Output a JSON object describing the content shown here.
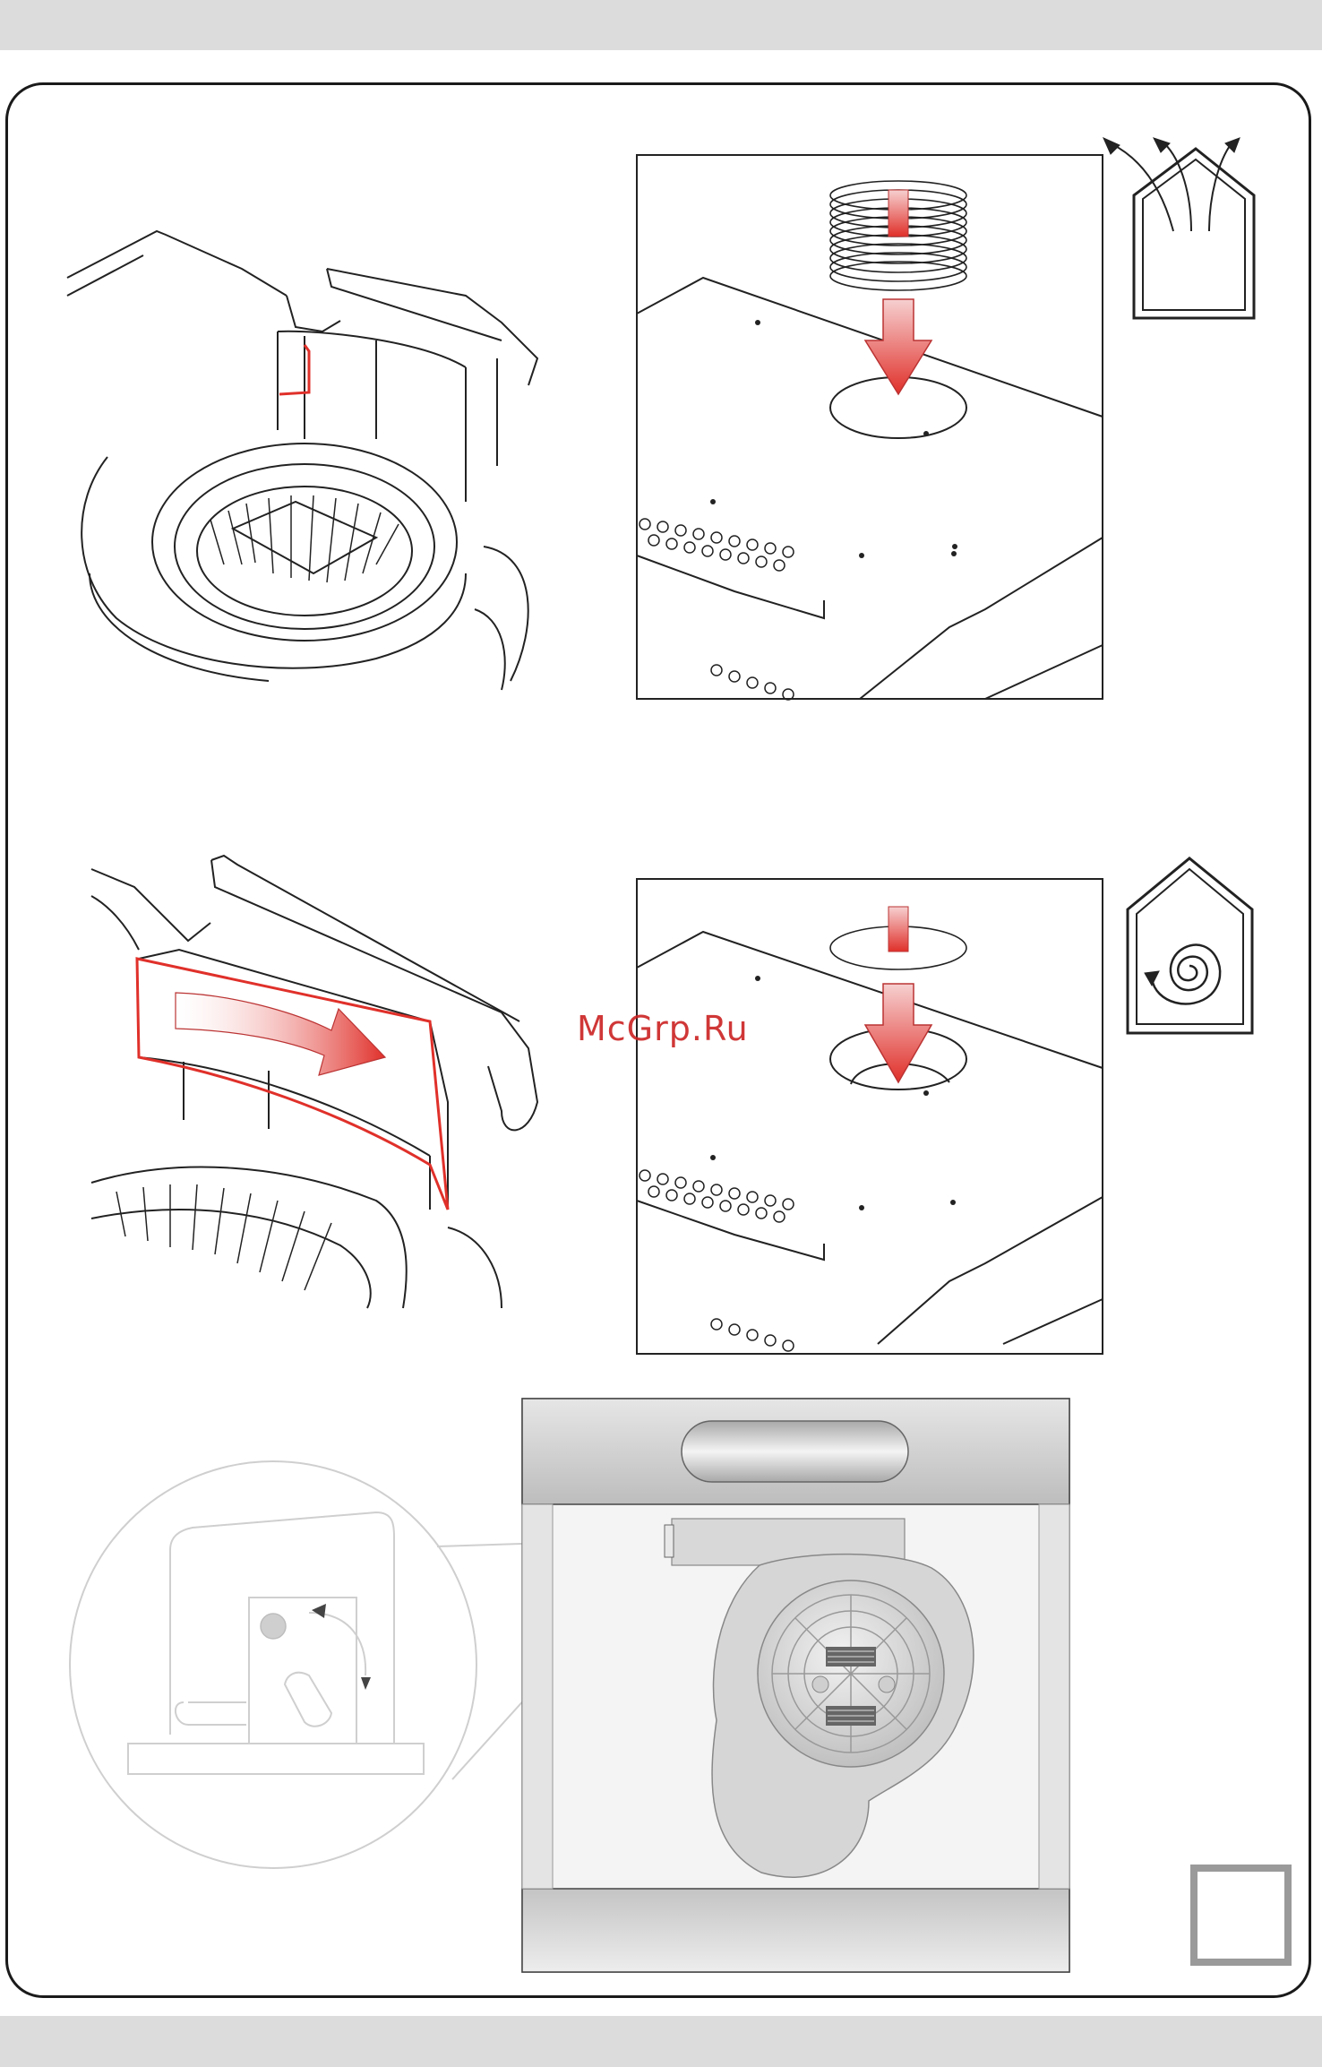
{
  "page": {
    "watermark_text": "McGrp.Ru",
    "colors": {
      "band": "#dcdcdc",
      "frame": "#1a1a1a",
      "accent_red": "#e0302a",
      "watermark": "#cc2222"
    }
  },
  "figures": [
    {
      "id": "fig-blower-top",
      "icon": "blower-housing-illustration"
    },
    {
      "id": "fig-hood-vent-exhaust",
      "icon": "hood-top-vent-illustration"
    },
    {
      "id": "fig-exhaust-mode-icon",
      "icon": "house-airflow-out-icon"
    },
    {
      "id": "fig-blower-rotate",
      "icon": "blower-rotate-illustration"
    },
    {
      "id": "fig-hood-vent-recirc",
      "icon": "hood-top-vent-closed-illustration"
    },
    {
      "id": "fig-recirc-mode-icon",
      "icon": "house-spiral-recirculation-icon"
    },
    {
      "id": "fig-damper-detail",
      "icon": "damper-lever-detail-illustration"
    },
    {
      "id": "fig-hood-underside",
      "icon": "hood-underside-fan-illustration"
    },
    {
      "id": "fig-blank-box",
      "icon": "empty-square-icon"
    }
  ]
}
